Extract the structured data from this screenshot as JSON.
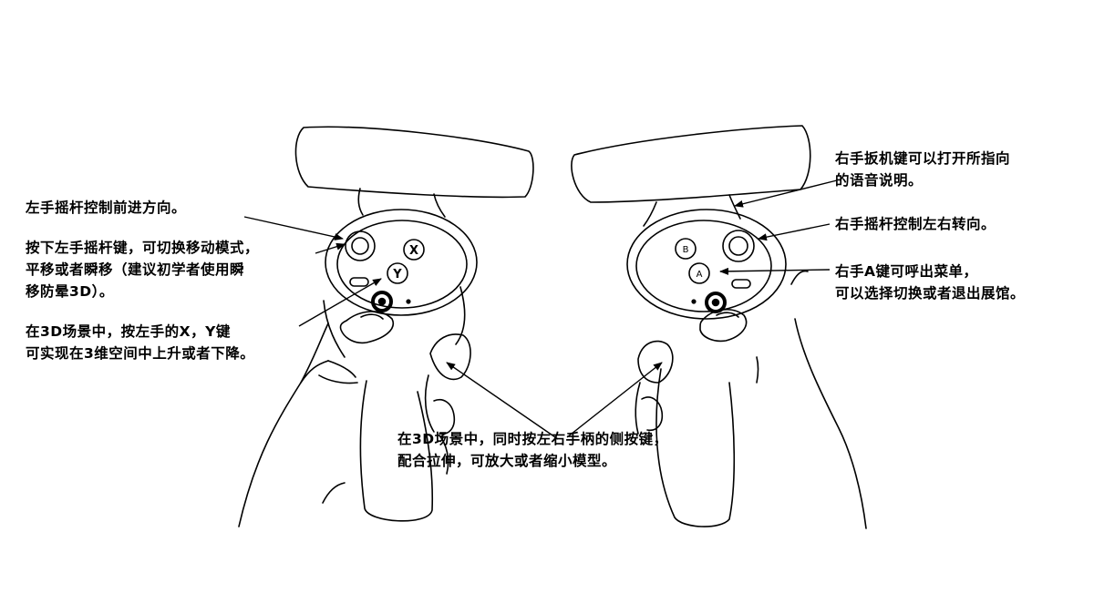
{
  "annotations": {
    "left_stick_direction": "左手摇杆控制前进方向。",
    "left_stick_press": [
      "按下左手摇杆键，可切换移动模式，",
      "平移或者瞬移（建议初学者使用瞬",
      "移防晕3D）。"
    ],
    "xy_keys": [
      "在3D场景中，按左手的X，Y键",
      "可实现在3维空间中上升或者下降。"
    ],
    "grip_buttons": [
      "在3D场景中，同时按左右手柄的侧按键，",
      "配合拉伸，可放大或者缩小模型。"
    ],
    "right_trigger": [
      "右手扳机键可以打开所指向",
      "的语音说明。"
    ],
    "right_stick_turn": "右手摇杆控制左右转向。",
    "a_key": [
      "右手A键可呼出菜单，",
      "可以选择切换或者退出展馆。"
    ]
  },
  "button_labels": {
    "x": "X",
    "y": "Y",
    "a": "A",
    "b": "B"
  },
  "colors": {
    "line": "#000000",
    "background": "#ffffff"
  }
}
